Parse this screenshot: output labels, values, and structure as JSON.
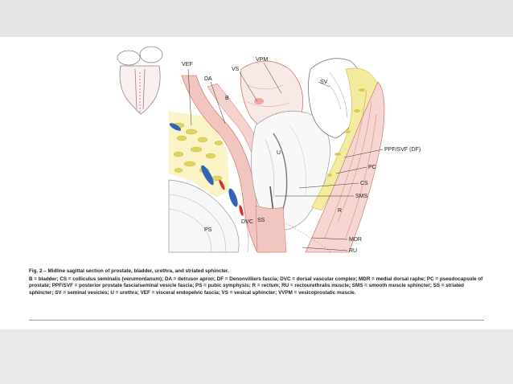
{
  "figure": {
    "labels": {
      "vef": "VEF",
      "da": "DA",
      "vs": "VS",
      "vpm": "VPM",
      "b": "B",
      "sv": "SV",
      "u": "U",
      "ppf_svf": "PPF/SVF (DF)",
      "pc": "PC",
      "cs": "CS",
      "sms": "SMS",
      "r": "R",
      "mdr": "MDR",
      "ru": "RU",
      "ps": "PS",
      "dvc": "DVC",
      "ss": "SS"
    },
    "colors": {
      "muscle": "#f2c6c0",
      "muscle_line": "#c9675a",
      "fat": "#e8e07a",
      "vein": "#2f63b8",
      "artery": "#d8312a",
      "fascia": "#8a8a8a"
    }
  },
  "caption": {
    "title": "Fig. 2 – Midline sagittal section of prostate, bladder, urethra, and striated sphincter.",
    "body": "B = bladder; CS = colliculus seminalis (verumontanum); DA = detrusor apron; DF = Denonvilliers fascia; DVC = dorsal vascular complex; MDR = medial dorsal raphe; PC = pseudocapsule of prostate; PPF/SVF = posterior prostate fascia/seminal vesicle fascia; PS = pubic symphysis; R = rectum; RU = rectourethralis muscle; SMS = smooth muscle sphincter; SS = striated sphincter; SV = seminal vesicles; U = urethra; VEF = visceral endopelvic fascia; VS = vesical sphincter; VVPM = vesicoprostatic muscle."
  }
}
